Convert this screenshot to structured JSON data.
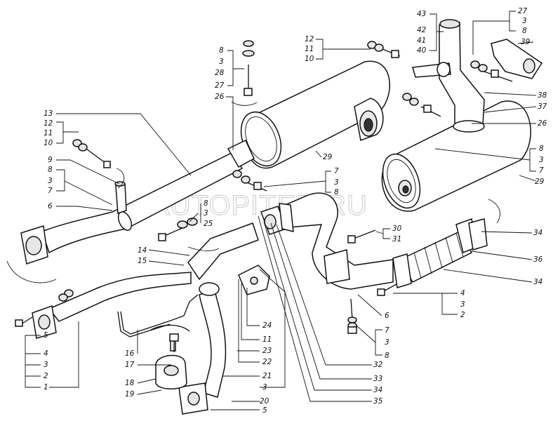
{
  "watermark": "AUTOPITER.RU",
  "callouts": [
    {
      "text": "43"
    },
    {
      "text": "42"
    },
    {
      "text": "41"
    },
    {
      "text": "40"
    },
    {
      "text": "27"
    },
    {
      "text": "3"
    },
    {
      "text": "8"
    },
    {
      "text": "39"
    },
    {
      "text": "12"
    },
    {
      "text": "11"
    },
    {
      "text": "10"
    },
    {
      "text": "8"
    },
    {
      "text": "3"
    },
    {
      "text": "28"
    },
    {
      "text": "27"
    },
    {
      "text": "26"
    },
    {
      "text": "38"
    },
    {
      "text": "37"
    },
    {
      "text": "26"
    },
    {
      "text": "13"
    },
    {
      "text": "12"
    },
    {
      "text": "11"
    },
    {
      "text": "10"
    },
    {
      "text": "29"
    },
    {
      "text": "8"
    },
    {
      "text": "3"
    },
    {
      "text": "7"
    },
    {
      "text": "29"
    },
    {
      "text": "9"
    },
    {
      "text": "8"
    },
    {
      "text": "3"
    },
    {
      "text": "7"
    },
    {
      "text": "6"
    },
    {
      "text": "7"
    },
    {
      "text": "3"
    },
    {
      "text": "8"
    },
    {
      "text": "8"
    },
    {
      "text": "3"
    },
    {
      "text": "25"
    },
    {
      "text": "30"
    },
    {
      "text": "31"
    },
    {
      "text": "34"
    },
    {
      "text": "36"
    },
    {
      "text": "34"
    },
    {
      "text": "14"
    },
    {
      "text": "15"
    },
    {
      "text": "4"
    },
    {
      "text": "3"
    },
    {
      "text": "2"
    },
    {
      "text": "6"
    },
    {
      "text": "7"
    },
    {
      "text": "3"
    },
    {
      "text": "8"
    },
    {
      "text": "24"
    },
    {
      "text": "11"
    },
    {
      "text": "23"
    },
    {
      "text": "22"
    },
    {
      "text": "32"
    },
    {
      "text": "33"
    },
    {
      "text": "34"
    },
    {
      "text": "35"
    },
    {
      "text": "5"
    },
    {
      "text": "4"
    },
    {
      "text": "3"
    },
    {
      "text": "2"
    },
    {
      "text": "1"
    },
    {
      "text": "16"
    },
    {
      "text": "17"
    },
    {
      "text": "18"
    },
    {
      "text": "19"
    },
    {
      "text": "21"
    },
    {
      "text": "3"
    },
    {
      "text": "20"
    },
    {
      "text": "5"
    }
  ]
}
